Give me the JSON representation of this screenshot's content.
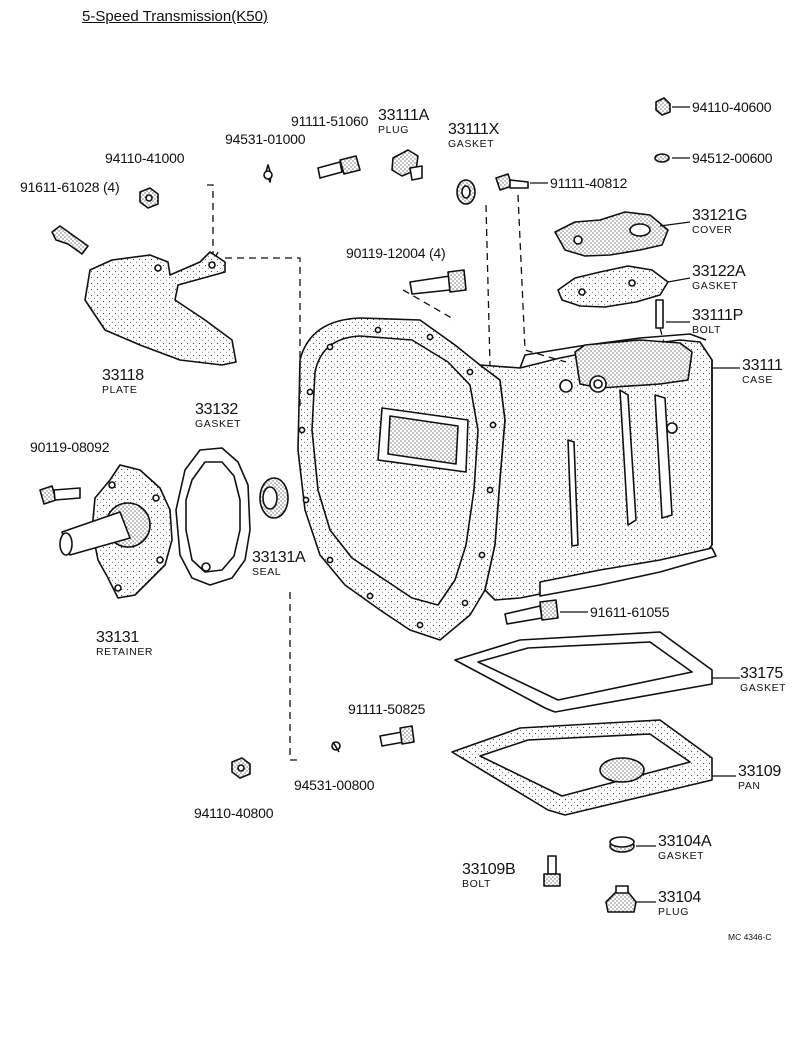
{
  "title": "5-Speed Transmission(K50)",
  "diagram_code": "MC 4346-C",
  "parts": {
    "p94110_40600": {
      "number": "94110-40600"
    },
    "p94512_00600": {
      "number": "94512-00600"
    },
    "p91111_51060": {
      "number": "91111-51060"
    },
    "p94531_01000": {
      "number": "94531-01000"
    },
    "p33111A": {
      "number": "33111A",
      "name": "PLUG"
    },
    "p33111X": {
      "number": "33111X",
      "name": "GASKET"
    },
    "p94110_41000": {
      "number": "94110-41000"
    },
    "p91611_61028": {
      "number": "91611-61028 (4)"
    },
    "p91111_40812": {
      "number": "91111-40812"
    },
    "p33121G": {
      "number": "33121G",
      "name": "COVER"
    },
    "p90119_12004": {
      "number": "90119-12004 (4)"
    },
    "p33122A": {
      "number": "33122A",
      "name": "GASKET"
    },
    "p33111P": {
      "number": "33111P",
      "name": "BOLT"
    },
    "p33111": {
      "number": "33111",
      "name": "CASE"
    },
    "p33118": {
      "number": "33118",
      "name": "PLATE"
    },
    "p33132": {
      "number": "33132",
      "name": "GASKET"
    },
    "p90119_08092": {
      "number": "90119-08092"
    },
    "p33131A": {
      "number": "33131A",
      "name": "SEAL"
    },
    "p33131": {
      "number": "33131",
      "name": "RETAINER"
    },
    "p91611_61055": {
      "number": "91611-61055"
    },
    "p33175": {
      "number": "33175",
      "name": "GASKET"
    },
    "p91111_50825": {
      "number": "91111-50825"
    },
    "p33109": {
      "number": "33109",
      "name": "PAN"
    },
    "p94531_00800": {
      "number": "94531-00800"
    },
    "p94110_40800": {
      "number": "94110-40800"
    },
    "p33104A": {
      "number": "33104A",
      "name": "GASKET"
    },
    "p33109B": {
      "number": "33109B",
      "name": "BOLT"
    },
    "p33104": {
      "number": "33104",
      "name": "PLUG"
    }
  }
}
